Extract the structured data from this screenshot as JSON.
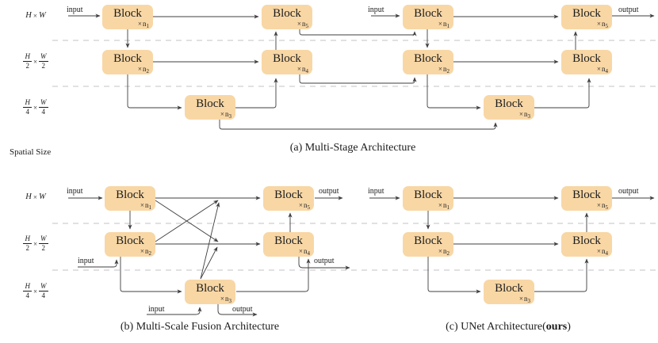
{
  "block": {
    "label": "Block",
    "times": "×",
    "n": "n",
    "indices": [
      "1",
      "2",
      "3",
      "4",
      "5"
    ]
  },
  "io": {
    "input": "input",
    "output": "output"
  },
  "spatial": {
    "axis_label": "Spatial Size",
    "h": "H",
    "w": "W",
    "times": "×",
    "den2": "2",
    "den4": "4"
  },
  "captions": {
    "a": "(a) Multi-Stage Architecture",
    "b": "(b) Multi-Scale Fusion Architecture",
    "c_pre": "(c) UNet Architecture(",
    "c_bold": "ours",
    "c_post": ")"
  },
  "colors": {
    "block_fill": "#f8d7a5",
    "line": "#3f3f3f",
    "dashed": "#c3c3c3",
    "text": "#1c1c1c"
  }
}
